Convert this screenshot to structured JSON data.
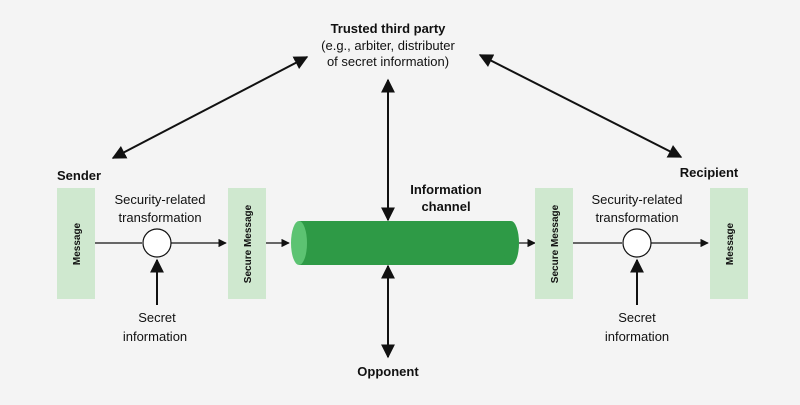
{
  "trusted_party": {
    "title": "Trusted third party",
    "line1": "(e.g., arbiter, distributer",
    "line2": "of secret information)"
  },
  "sender": {
    "label": "Sender",
    "message": "Message",
    "secure_message": "Secure Message",
    "transformation_line1": "Security-related",
    "transformation_line2": "transformation",
    "secret_line1": "Secret",
    "secret_line2": "information"
  },
  "channel": {
    "line1": "Information",
    "line2": "channel"
  },
  "recipient": {
    "label": "Recipient",
    "message": "Message",
    "secure_message": "Secure Message",
    "transformation_line1": "Security-related",
    "transformation_line2": "transformation",
    "secret_line1": "Secret",
    "secret_line2": "information"
  },
  "opponent": {
    "label": "Opponent"
  },
  "colors": {
    "background": "#f4f4f4",
    "box_fill": "#cfe8cf",
    "pipe_body": "#2e9a46",
    "pipe_end": "#5cc372",
    "line": "#111111"
  }
}
